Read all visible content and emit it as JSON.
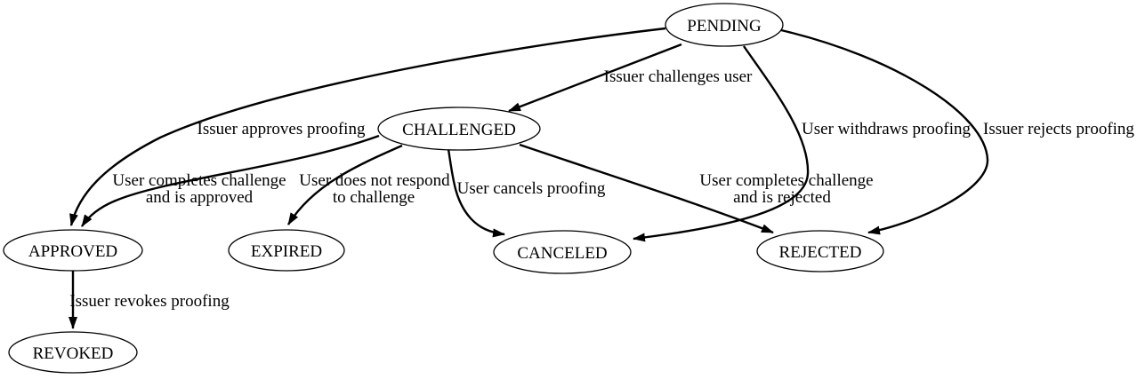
{
  "diagram": {
    "type": "state-transition-graph",
    "background_color": "#ffffff",
    "stroke_color": "#000000",
    "nodes": [
      {
        "id": "pending",
        "label": "PENDING"
      },
      {
        "id": "challenged",
        "label": "CHALLENGED"
      },
      {
        "id": "approved",
        "label": "APPROVED"
      },
      {
        "id": "expired",
        "label": "EXPIRED"
      },
      {
        "id": "canceled",
        "label": "CANCELED"
      },
      {
        "id": "rejected",
        "label": "REJECTED"
      },
      {
        "id": "revoked",
        "label": "REVOKED"
      }
    ],
    "edges": [
      {
        "from": "PENDING",
        "to": "CHALLENGED",
        "label_lines": [
          "Issuer challenges user"
        ]
      },
      {
        "from": "PENDING",
        "to": "APPROVED",
        "label_lines": [
          "Issuer approves proofing"
        ]
      },
      {
        "from": "PENDING",
        "to": "CANCELED",
        "label_lines": [
          "User withdraws proofing"
        ]
      },
      {
        "from": "PENDING",
        "to": "REJECTED",
        "label_lines": [
          "Issuer rejects proofing"
        ]
      },
      {
        "from": "CHALLENGED",
        "to": "APPROVED",
        "label_lines": [
          "User completes challenge",
          "and is approved"
        ]
      },
      {
        "from": "CHALLENGED",
        "to": "EXPIRED",
        "label_lines": [
          "User does not respond",
          "to challenge"
        ]
      },
      {
        "from": "CHALLENGED",
        "to": "CANCELED",
        "label_lines": [
          "User cancels proofing"
        ]
      },
      {
        "from": "CHALLENGED",
        "to": "REJECTED",
        "label_lines": [
          "User completes challenge",
          "and is rejected"
        ]
      },
      {
        "from": "APPROVED",
        "to": "REVOKED",
        "label_lines": [
          "Issuer revokes proofing"
        ]
      }
    ]
  }
}
